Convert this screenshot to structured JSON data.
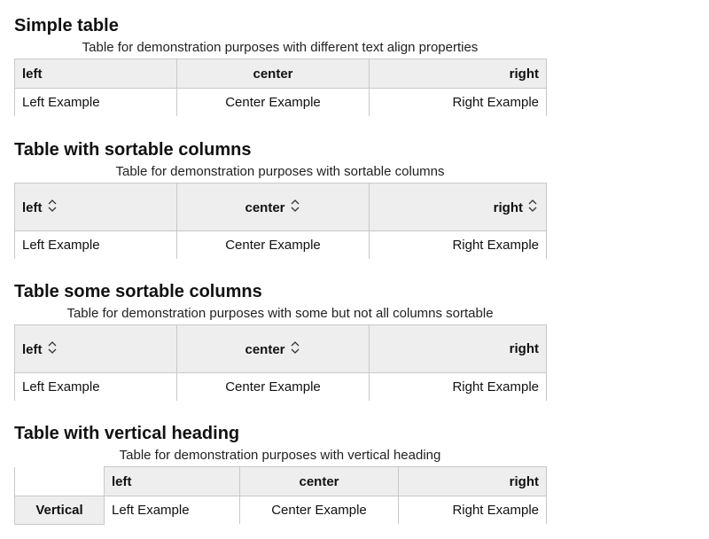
{
  "tables": [
    {
      "title": "Simple table",
      "caption": "Table for demonstration purposes with different text align properties",
      "headers": [
        "left",
        "center",
        "right"
      ],
      "row": [
        "Left Example",
        "Center Example",
        "Right Example"
      ]
    },
    {
      "title": "Table with sortable columns",
      "caption": "Table for demonstration purposes with sortable columns",
      "headers": [
        "left",
        "center",
        "right"
      ],
      "row": [
        "Left Example",
        "Center Example",
        "Right Example"
      ]
    },
    {
      "title": "Table some sortable columns",
      "caption": "Table for demonstration purposes with some but not all columns sortable",
      "headers": [
        "left",
        "center",
        "right"
      ],
      "row": [
        "Left Example",
        "Center Example",
        "Right Example"
      ]
    },
    {
      "title": "Table with vertical heading",
      "caption": "Table for demonstration purposes with vertical heading",
      "headers": [
        "left",
        "center",
        "right"
      ],
      "row_heading": "Vertical",
      "row": [
        "Left Example",
        "Center Example",
        "Right Example"
      ]
    }
  ],
  "icons": {
    "sort": "sort-icon"
  }
}
